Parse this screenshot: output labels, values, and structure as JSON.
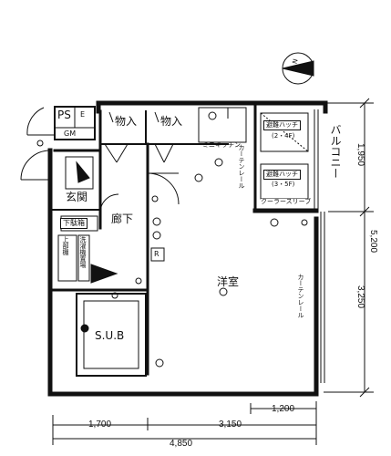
{
  "rooms": {
    "storage1": "物入",
    "storage2": "物入",
    "entrance": "玄関",
    "corridor": "廊下",
    "western_room": "洋室",
    "bath": "S.U.B",
    "balcony": "バルコニー"
  },
  "fixtures": {
    "ps": "PS",
    "e": "E",
    "gm": "GM",
    "mini_kitchen": "ミニキッチン",
    "shoe_box": "下駄箱",
    "washer": "洗濯機置場",
    "upper_shelf": "上部棚",
    "refrigerator": "R",
    "cooler_sleeve": "クーラースリーブ",
    "escape_hatch_24": "避難ハッチ",
    "escape_hatch_24_floor": "(2・4F)",
    "escape_hatch_35": "避難ハッチ",
    "escape_hatch_35_floor": "(3・5F)",
    "curtain_rail_1": "カーテンレール",
    "curtain_rail_2": "カーテンレール",
    "north": "N"
  },
  "dimensions": {
    "d1950": "1,950",
    "d5200": "5,200",
    "d3250": "3,250",
    "d1200": "1,200",
    "d1700": "1,700",
    "d3150": "3,150",
    "d4850": "4,850"
  }
}
